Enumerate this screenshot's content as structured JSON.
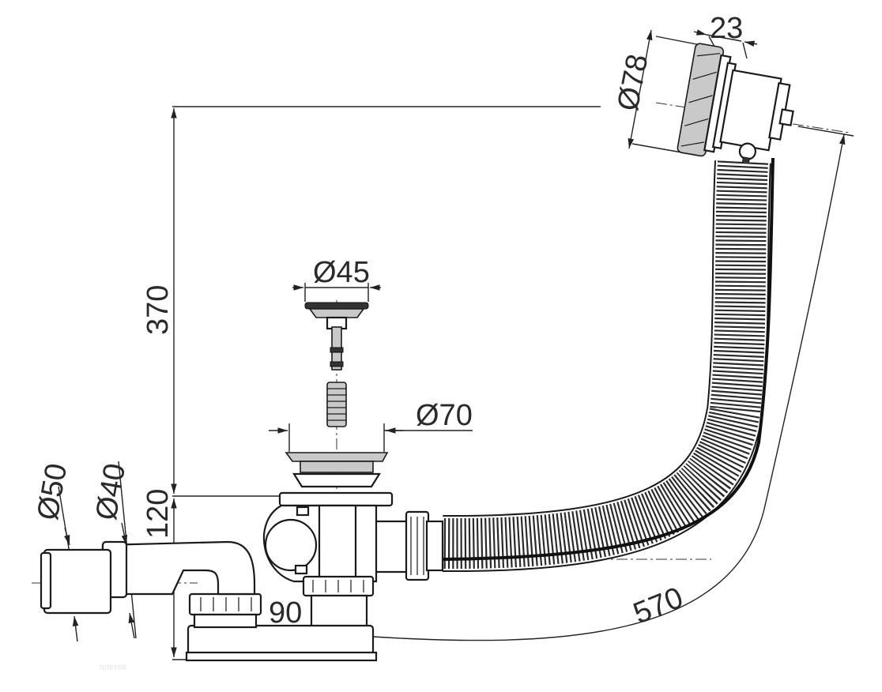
{
  "dimensions": {
    "overflow_diameter": "Ø78",
    "overflow_depth": "23",
    "total_height": "370",
    "plug_diameter": "Ø45",
    "drain_diameter": "Ø70",
    "outlet_outer_diameter": "Ø50",
    "outlet_inner_diameter": "Ø40",
    "siphon_height": "120",
    "siphon_offset": "90",
    "hose_length": "570"
  },
  "watermark": "плеток"
}
